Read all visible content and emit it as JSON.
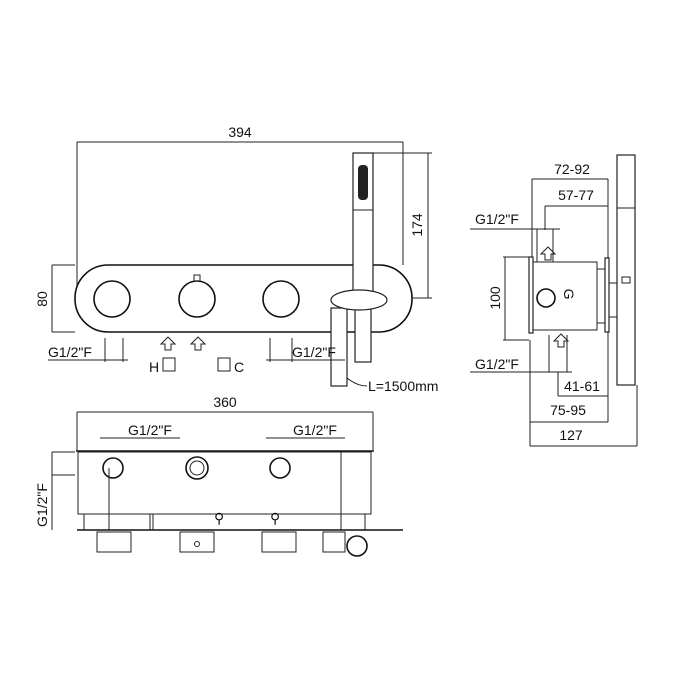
{
  "front_view": {
    "width_dim": "394",
    "height_dim": "80",
    "shower_dim": "174",
    "inlet_left": "G1/2\"F",
    "inlet_right": "G1/2\"F",
    "hot_label": "H",
    "cold_label": "C",
    "hose_length": "L=1500mm"
  },
  "top_view": {
    "width_dim": "360",
    "port_left": "G1/2\"F",
    "port_right": "G1/2\"F",
    "side_port": "G1/2\"F"
  },
  "side_view": {
    "dim_a": "72-92",
    "dim_b": "57-77",
    "inlet_top": "G1/2\"F",
    "height_dim": "100",
    "inlet_bottom": "G1/2\"F",
    "dim_c": "41-61",
    "dim_d": "75-95",
    "depth_dim": "127",
    "mark": "G"
  }
}
